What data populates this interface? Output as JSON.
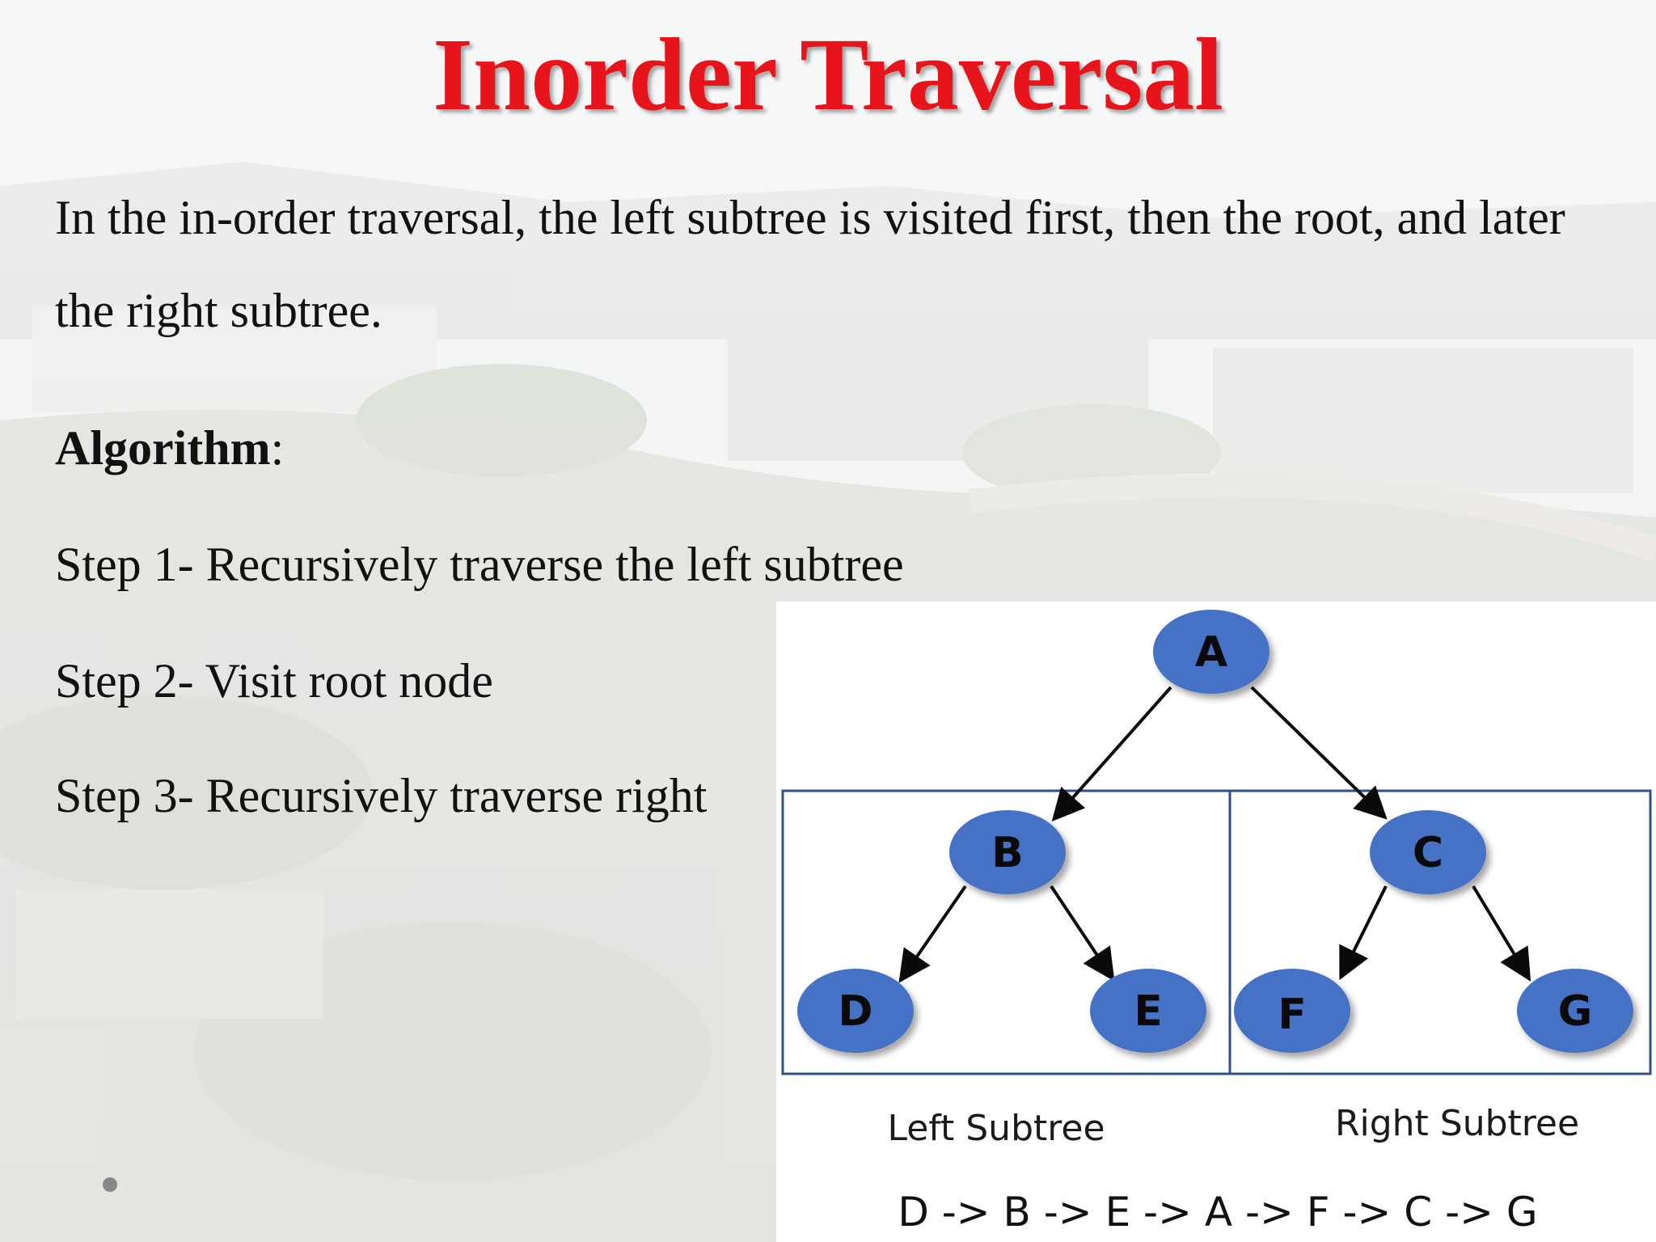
{
  "slide": {
    "title": "Inorder Traversal",
    "intro": "In the in-order traversal, the left subtree is visited first, then the root, and later the right subtree.",
    "algorithm_label": "Algorithm",
    "algorithm_colon": ":",
    "steps": [
      "Step 1- Recursively traverse the left subtree",
      "Step 2- Visit root node",
      "Step 3- Recursively traverse right"
    ]
  },
  "diagram": {
    "node_color": "#4472c4",
    "box_color": "#2f4f8a",
    "nodes": [
      "A",
      "B",
      "C",
      "D",
      "E",
      "F",
      "G"
    ],
    "left_caption": "Left Subtree",
    "right_caption": "Right Subtree",
    "traversal_order": "D -> B -> E -> A -> F -> C -> G"
  },
  "colors": {
    "title": "#e8141b"
  }
}
